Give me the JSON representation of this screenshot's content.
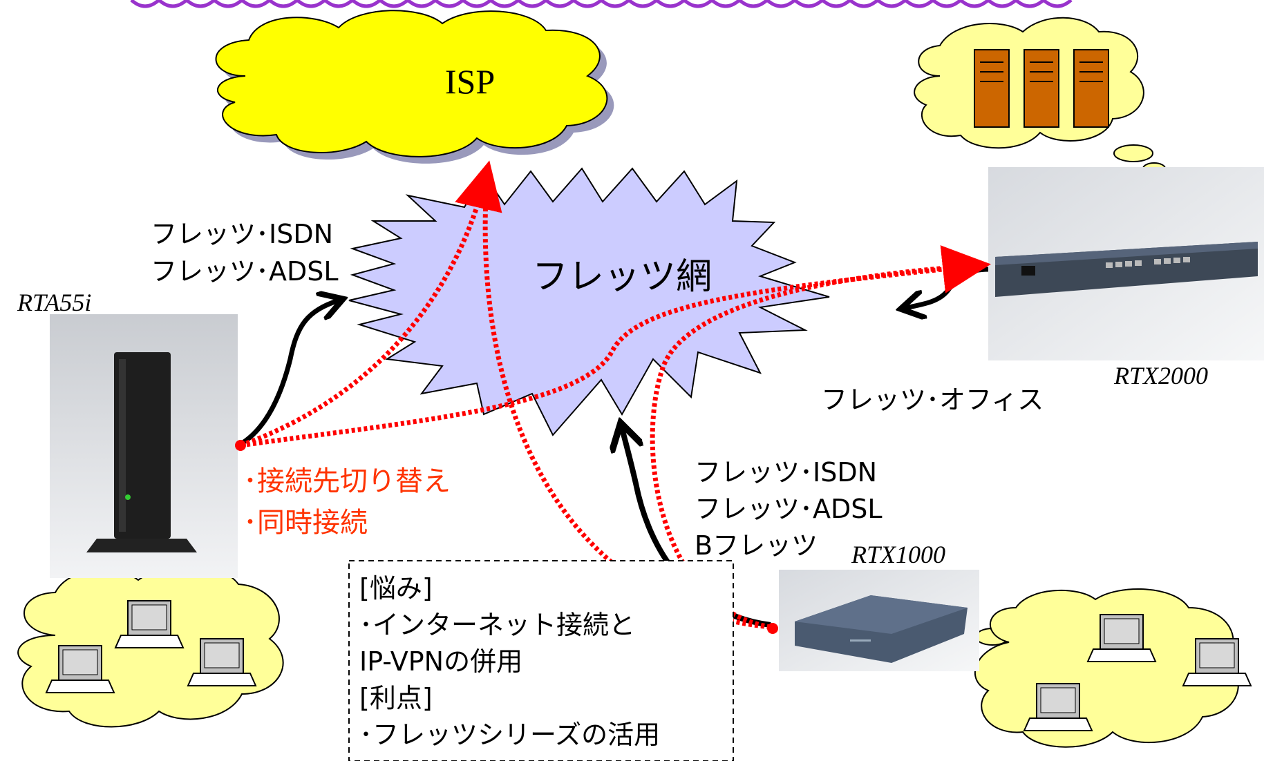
{
  "clouds": {
    "isp_label": "ISP",
    "flets_net_label": "フレッツ網"
  },
  "devices": {
    "rta55i": "RTA55i",
    "rtx2000": "RTX2000",
    "rtx1000": "RTX1000"
  },
  "links": {
    "left_line1": "フレッツ･ISDN",
    "left_line2": "フレッツ･ADSL",
    "office": "フレッツ･オフィス",
    "bottom_line1": "フレッツ･ISDN",
    "bottom_line2": "フレッツ･ADSL",
    "bottom_line3": "Bフレッツ"
  },
  "features": {
    "item1": "･接続先切り替え",
    "item2": "･同時接続"
  },
  "notes": {
    "concern_heading": "[悩み]",
    "concern_item1": "･インターネット接続と",
    "concern_item2": " IP-VPNの併用",
    "benefit_heading": "[利点]",
    "benefit_item1": "･フレッツシリーズの活用"
  },
  "colors": {
    "cloud_yellow": "#ffff00",
    "flets_net_fill": "#ccccff",
    "cloud_shadow": "#9999bb",
    "vpn_line": "#ff0000",
    "access_line": "#000000",
    "feature_text": "#ff3300",
    "server_orange": "#cc6600",
    "device_dark": "#1e1e1e",
    "device_blue": "#4a5a70",
    "photo_bg": "#dfe1e4",
    "title_purple": "#9933cc"
  }
}
